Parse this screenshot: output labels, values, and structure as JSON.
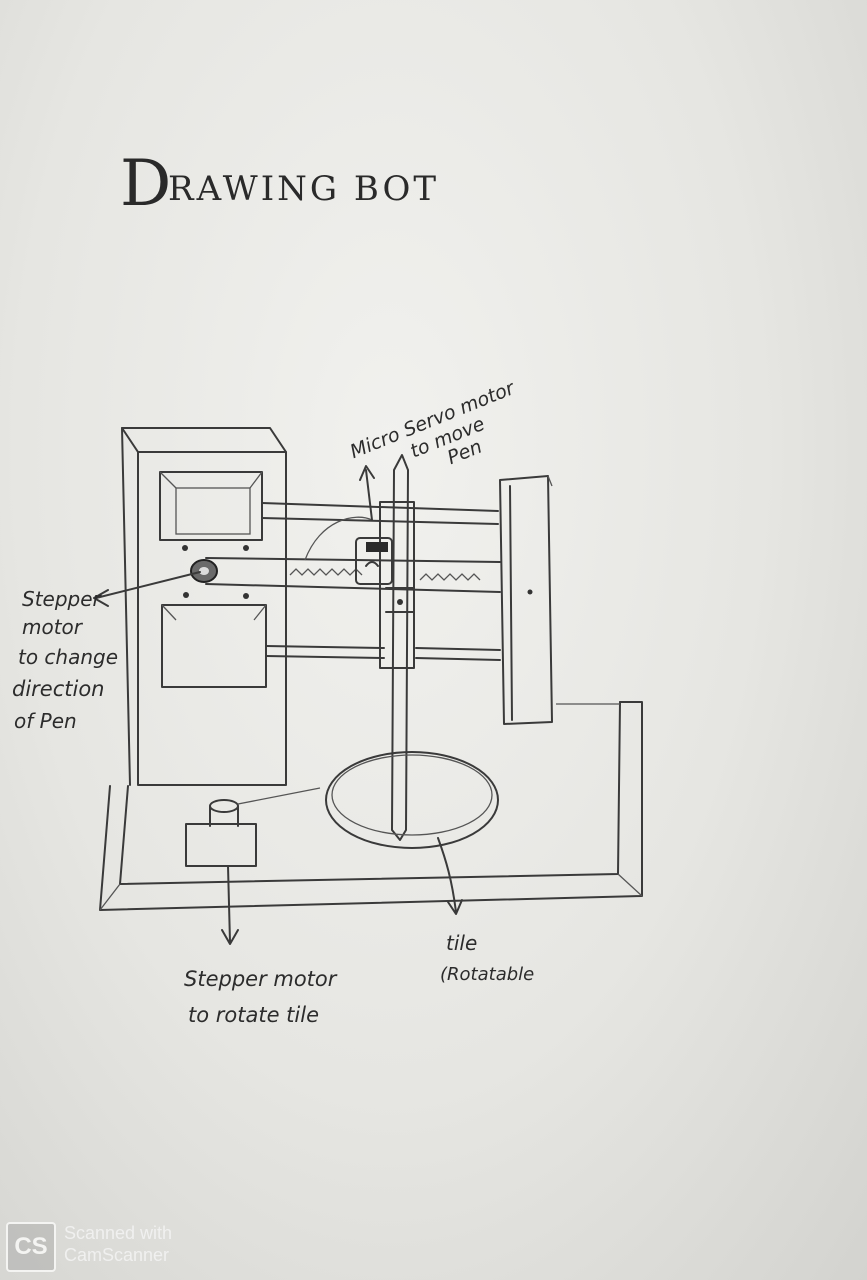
{
  "title": "DRAWING BOT",
  "labels": {
    "servo": [
      "Micro Servo motor",
      "to move",
      "Pen"
    ],
    "stepper_direction": [
      "Stepper",
      "motor",
      "to change",
      "direction",
      "of Pen"
    ],
    "stepper_rotate": [
      "Stepper motor",
      "to rotate tile"
    ],
    "tile": [
      "tile",
      "(Rotatable"
    ]
  },
  "watermark": {
    "logo": "CS",
    "text_lines": [
      "Scanned with",
      "CamScanner"
    ]
  },
  "colors": {
    "paper": "#e9e9e5",
    "pencil": "#3a3a3a"
  }
}
